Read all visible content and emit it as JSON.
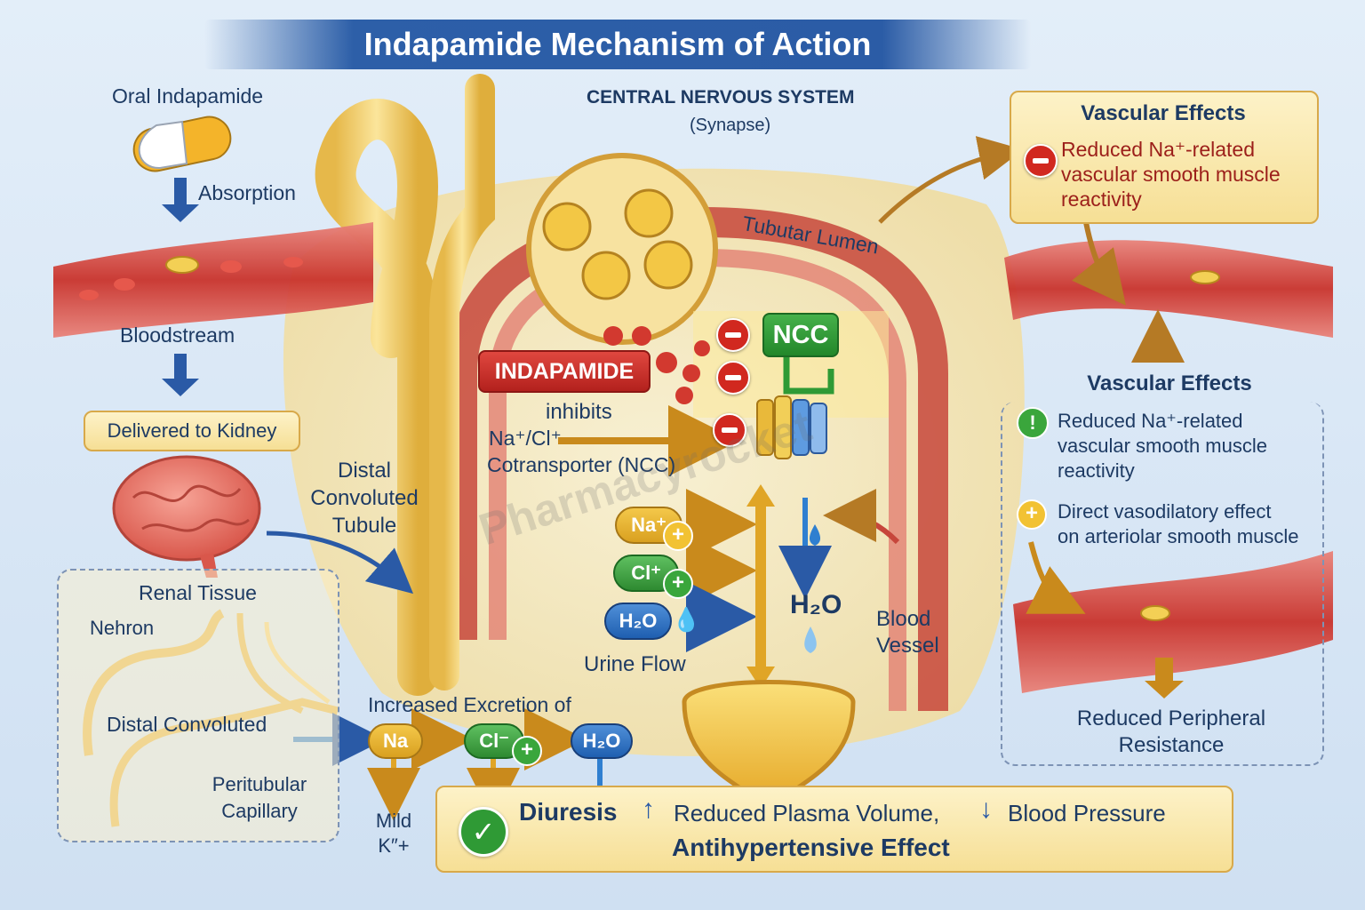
{
  "title": "Indapamide Mechanism of Action",
  "left": {
    "oral": "Oral Indapamide",
    "absorption": "Absorption",
    "bloodstream": "Bloodstream",
    "delivered": "Delivered to Kidney",
    "distal": [
      "Distal",
      "Convoluted",
      "Tubule"
    ]
  },
  "renal": {
    "title": "Renal Tissue",
    "nehron": "Nehron",
    "distal_convoluted": "Distal Convoluted",
    "peritubular": [
      "Peritubular",
      "Capillary"
    ]
  },
  "center": {
    "cns": "CENTRAL NERVOUS SYSTEM",
    "synapse": "(Synapse)",
    "lumen": "Tubutar Lumen",
    "indapamide": "INDAPAMIDE",
    "ncc": "NCC",
    "inhibits": "inhibits",
    "cotransporter_1": "Na⁺/Cl⁺",
    "cotransporter_2": "Cotransporter (NCC)",
    "na": "Na⁺",
    "cl": "Cl⁺",
    "h2o": "H₂O",
    "urine_flow": "Urine Flow",
    "h2o_right": "H₂O",
    "blood_vessel": [
      "Blood",
      "Vessel"
    ],
    "watermark": "Pharmacyrocket"
  },
  "excretion": {
    "title": "Increased Excretion of",
    "na": "Na",
    "cl": "Cl⁻",
    "h2o": "H₂O",
    "mild": [
      "Mild",
      "K″+"
    ]
  },
  "bottom": {
    "diuresis": "Diuresis",
    "reduced_plasma": "Reduced Plasma Volume,",
    "blood_pressure": "Blood Pressure",
    "effect": "Antihypertensive Effect"
  },
  "right": {
    "top_title": "Vascular Effects",
    "top_text": [
      "Reduced Na⁺-related",
      "vascular smooth muscle",
      "reactivity"
    ],
    "lower_title": "Vascular Effects",
    "item1": [
      "Reduced Na⁺-related",
      "vascular smooth muscle",
      "reactivity"
    ],
    "item2": [
      "Direct vasodilatory effect",
      "on arteriolar smooth muscle"
    ],
    "result": [
      "Reduced Peripheral",
      "Resistance"
    ]
  },
  "colors": {
    "navy": "#1d3a63",
    "title_blue": "#2b5ca6",
    "red": "#c8271f",
    "green": "#2f9a35",
    "gold": "#e0a526",
    "water_blue": "#2f7fd0"
  }
}
